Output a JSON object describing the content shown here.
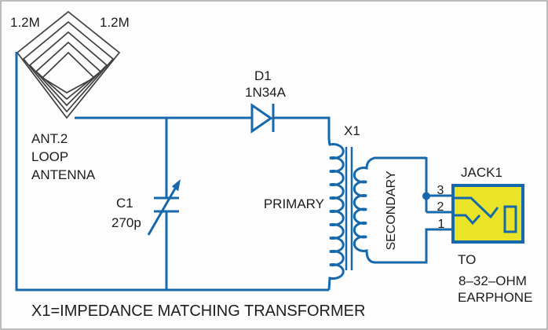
{
  "colors": {
    "wire": "#1769ac",
    "antenna": "#3f3f3f",
    "jack_fill": "#eae428",
    "text": "#1d1d1f",
    "frame": "#a6a6a6"
  },
  "antenna": {
    "label_left": "1.2M",
    "label_right": "1.2M",
    "name_line1": "ANT.2",
    "name_line2": "LOOP",
    "name_line3": "ANTENNA"
  },
  "diode": {
    "ref": "D1",
    "part": "1N34A"
  },
  "capacitor": {
    "ref": "C1",
    "value": "270p"
  },
  "transformer": {
    "ref": "X1",
    "primary_label": "PRIMARY",
    "secondary_label": "SECONDARY"
  },
  "jack": {
    "ref": "JACK1",
    "terminal_3": "3",
    "terminal_2": "2",
    "terminal_1": "1",
    "note_line1": "TO",
    "note_line2": "8–32–OHM",
    "note_line3": "EARPHONE"
  },
  "caption": "X1=IMPEDANCE MATCHING TRANSFORMER"
}
